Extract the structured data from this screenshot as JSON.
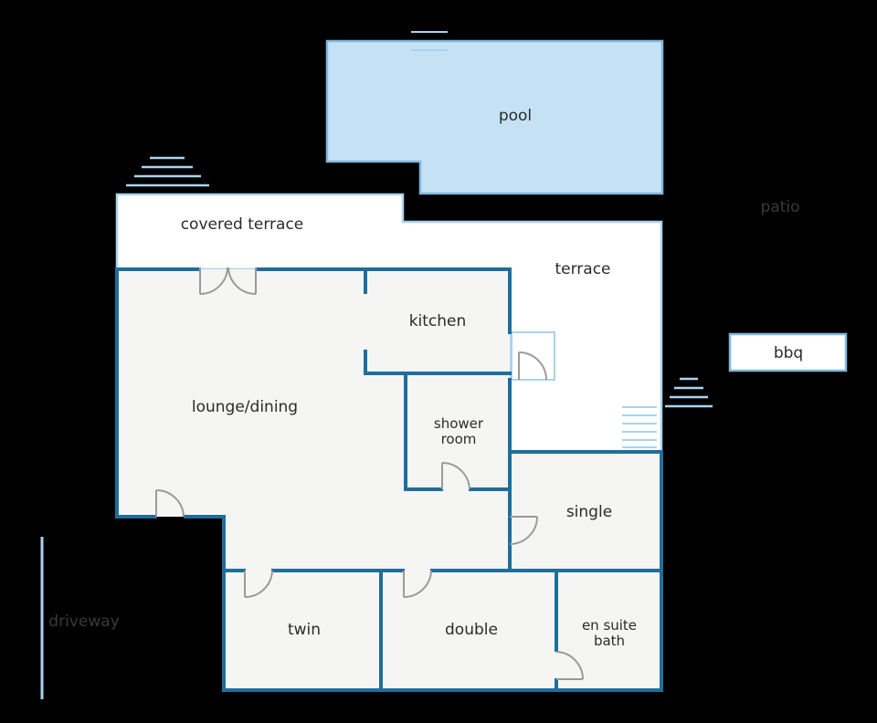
{
  "colors": {
    "background": "#000000",
    "wall": "#1f6e9c",
    "floor": "#f5f5f3",
    "outdoor_surface": "#ffffff",
    "pool_fill": "#c5e2f5",
    "pool_edge": "#7fb8dd",
    "light_line": "#a9d3ef",
    "door": "#9a9a9a",
    "text": "#2b2b2b"
  },
  "rooms": {
    "pool": "pool",
    "patio": "patio",
    "covered_terrace": "covered terrace",
    "terrace": "terrace",
    "bbq": "bbq",
    "kitchen": "kitchen",
    "lounge_dining": "lounge/dining",
    "shower_room_line1": "shower",
    "shower_room_line2": "room",
    "single": "single",
    "twin": "twin",
    "double": "double",
    "en_suite_line1": "en suite",
    "en_suite_line2": "bath",
    "driveway": "driveway"
  }
}
